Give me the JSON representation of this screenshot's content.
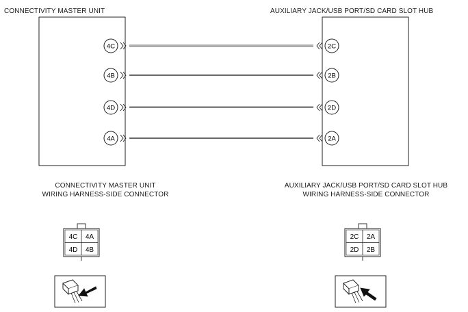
{
  "diagram": {
    "left_unit_title": "CONNECTIVITY MASTER UNIT",
    "right_unit_title": "AUXILIARY JACK/USB PORT/SD CARD SLOT HUB",
    "left_terminals": [
      "4C",
      "4B",
      "4D",
      "4A"
    ],
    "right_terminals": [
      "2C",
      "2B",
      "2D",
      "2A"
    ]
  },
  "left_connector": {
    "caption_line1": "CONNECTIVITY MASTER UNIT",
    "caption_line2": "WIRING HARNESS-SIDE CONNECTOR",
    "pins": [
      "4C",
      "4A",
      "4D",
      "4B"
    ]
  },
  "right_connector": {
    "caption_line1": "AUXILIARY JACK/USB PORT/SD CARD SLOT HUB",
    "caption_line2": "WIRING HARNESS-SIDE CONNECTOR",
    "pins": [
      "2C",
      "2A",
      "2D",
      "2B"
    ]
  },
  "icons": {
    "left_view": "connector-insertion-view-icon",
    "right_view": "connector-insertion-view-icon"
  }
}
